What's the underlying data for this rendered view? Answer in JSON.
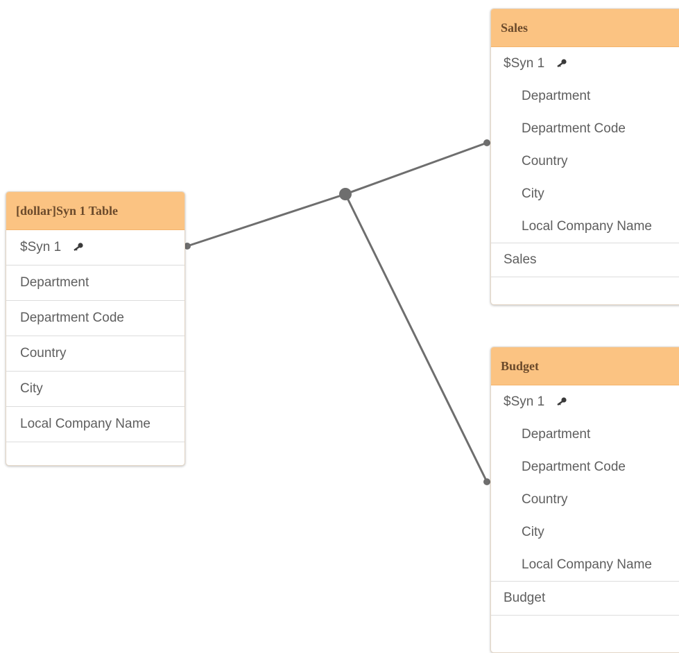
{
  "left_table": {
    "title": "[dollar]Syn 1 Table",
    "key_field": "$Syn 1",
    "fields": [
      "Department",
      "Department Code",
      "Country",
      "City",
      "Local Company Name"
    ]
  },
  "sales_table": {
    "title": "Sales",
    "key_field": "$Syn 1",
    "sub_fields": [
      "Department",
      "Department Code",
      "Country",
      "City",
      "Local Company Name"
    ],
    "fields": [
      "Sales"
    ]
  },
  "budget_table": {
    "title": "Budget",
    "key_field": "$Syn 1",
    "sub_fields": [
      "Department",
      "Department Code",
      "Country",
      "City",
      "Local Company Name"
    ],
    "fields": [
      "Budget"
    ]
  },
  "colors": {
    "header_bg": "#fbc382",
    "link_line": "#6e6e6e"
  },
  "icons": {
    "key": "key-icon"
  }
}
